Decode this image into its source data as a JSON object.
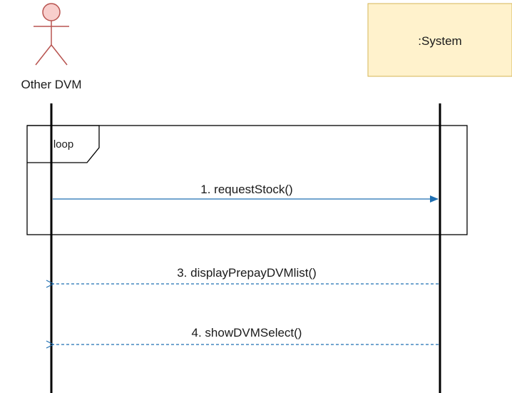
{
  "participants": {
    "actor": {
      "name": "Other DVM"
    },
    "system": {
      "name": ":System"
    }
  },
  "fragment": {
    "operator": "loop"
  },
  "messages": [
    {
      "text": "1. requestStock()",
      "kind": "synchronous"
    },
    {
      "text": "3. displayPrepayDVMlist()",
      "kind": "return"
    },
    {
      "text": "4. showDVMSelect()",
      "kind": "return"
    }
  ],
  "colors": {
    "actor_fill": "#f8cecc",
    "actor_stroke": "#b85450",
    "system_fill": "#fff2cc",
    "system_stroke": "#d6b656",
    "message": "#1f6fb2",
    "line": "#000000"
  }
}
